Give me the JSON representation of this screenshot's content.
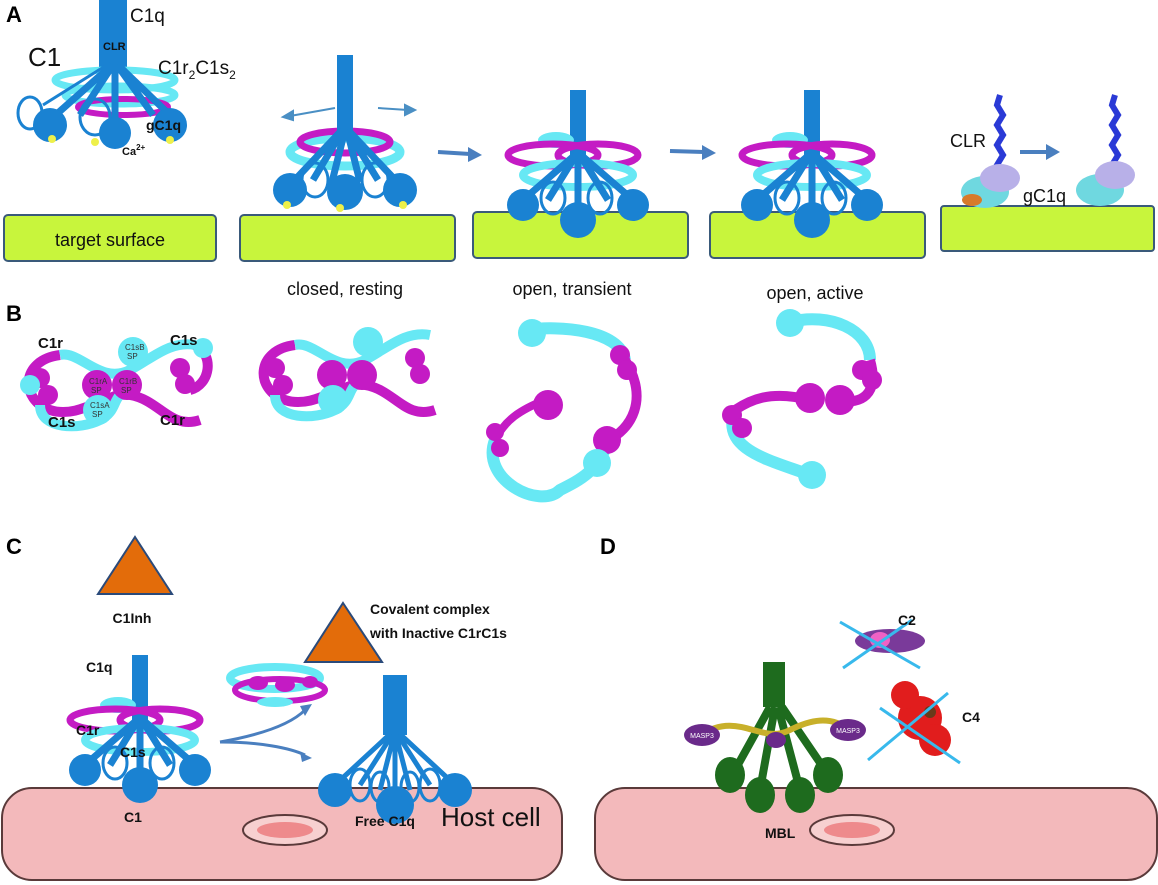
{
  "panels": {
    "A": {
      "letter": "A",
      "c1": "C1",
      "c1q": "C1q",
      "clr": "CLR",
      "c1r2c1s2_base": "C1r",
      "c1r2c1s2_sub1": "2",
      "c1r2c1s2_mid": "C1s",
      "c1r2c1s2_sub2": "2",
      "gc1q": "gC1q",
      "ca_base": "Ca",
      "ca_sup": "2+",
      "target_surface": "target surface",
      "state_closed": "closed, resting",
      "state_open_transient": "open, transient",
      "state_open_active": "open, active",
      "clr_right": "CLR",
      "gc1q_right": "gC1q"
    },
    "B": {
      "letter": "B",
      "c1r_top": "C1r",
      "c1s_top": "C1s",
      "c1s_bottom": "C1s",
      "c1r_bottom": "C1r",
      "c1sb": "C1sB",
      "c1sa": "C1sA",
      "c1ra": "C1rA",
      "c1rb": "C1rB",
      "sp": "SP"
    },
    "C": {
      "letter": "C",
      "c1inh": "C1Inh",
      "covalent_line1": "Covalent complex",
      "covalent_line2": "with Inactive C1rC1s",
      "c1q": "C1q",
      "c1r": "C1r",
      "c1s": "C1s",
      "c1": "C1",
      "free_c1q": "Free C1q",
      "host_cell": "Host cell"
    },
    "D": {
      "letter": "D",
      "c2": "C2",
      "c4": "C4",
      "masp3": "MASP3",
      "mbl": "MBL"
    }
  },
  "colors": {
    "blue": "#1a82d2",
    "cyan": "#67e8f4",
    "magenta": "#c41bc4",
    "lime": "#c8f53c",
    "cell": "#f3b9bb",
    "triangle": "#e36c0a",
    "green": "#1e6b1e",
    "red": "#e11d1d"
  }
}
